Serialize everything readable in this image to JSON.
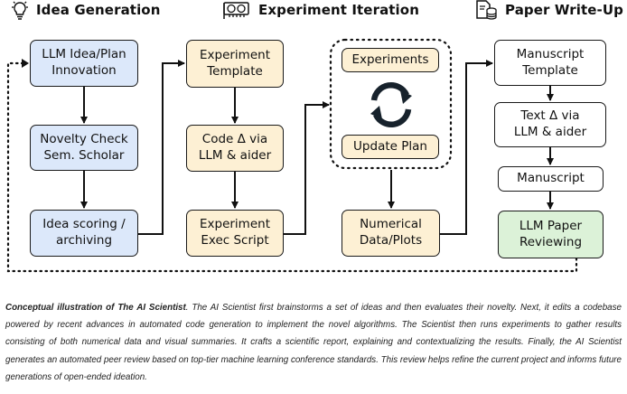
{
  "headers": {
    "idea": "Idea Generation",
    "experiment": "Experiment Iteration",
    "paper": "Paper Write-Up"
  },
  "boxes": {
    "llm_idea": "LLM Idea/Plan\nInnovation",
    "novelty": "Novelty Check\nSem. Scholar",
    "idea_scoring": "Idea scoring /\narchiving",
    "exp_template": "Experiment\nTemplate",
    "code_delta": "Code Δ via\nLLM & aider",
    "exp_exec": "Experiment\nExec Script",
    "experiments": "Experiments",
    "update_plan": "Update Plan",
    "numerical": "Numerical\nData/Plots",
    "manuscript_template": "Manuscript\nTemplate",
    "text_delta": "Text Δ via\nLLM & aider",
    "manuscript": "Manuscript",
    "llm_review": "LLM Paper\nReviewing"
  },
  "caption": {
    "bold": "Conceptual illustration of The AI Scientist",
    "text": ". The AI Scientist first brainstorms a set of ideas and then evaluates their novelty. Next, it edits a codebase powered by recent advances in automated code generation to implement the novel algorithms. The Scientist then runs experiments to gather results consisting of both numerical data and visual summaries. It crafts a scientific report, explaining and contextualizing the results. Finally, the AI Scientist generates an automated peer review based on top-tier machine learning conference standards. This review helps refine the current project and informs future generations of open-ended ideation."
  },
  "colors": {
    "idea_fill": "#dce8fa",
    "experiment_fill": "#fdf0d4",
    "paper_fill": "#ffffff",
    "review_fill": "#dcf2d8",
    "stroke": "#1a1a1a"
  },
  "icons": {
    "idea": "lightbulb-icon",
    "experiment": "gpu-card-icon",
    "paper": "document-database-icon",
    "loop": "refresh-cycle-icon"
  }
}
